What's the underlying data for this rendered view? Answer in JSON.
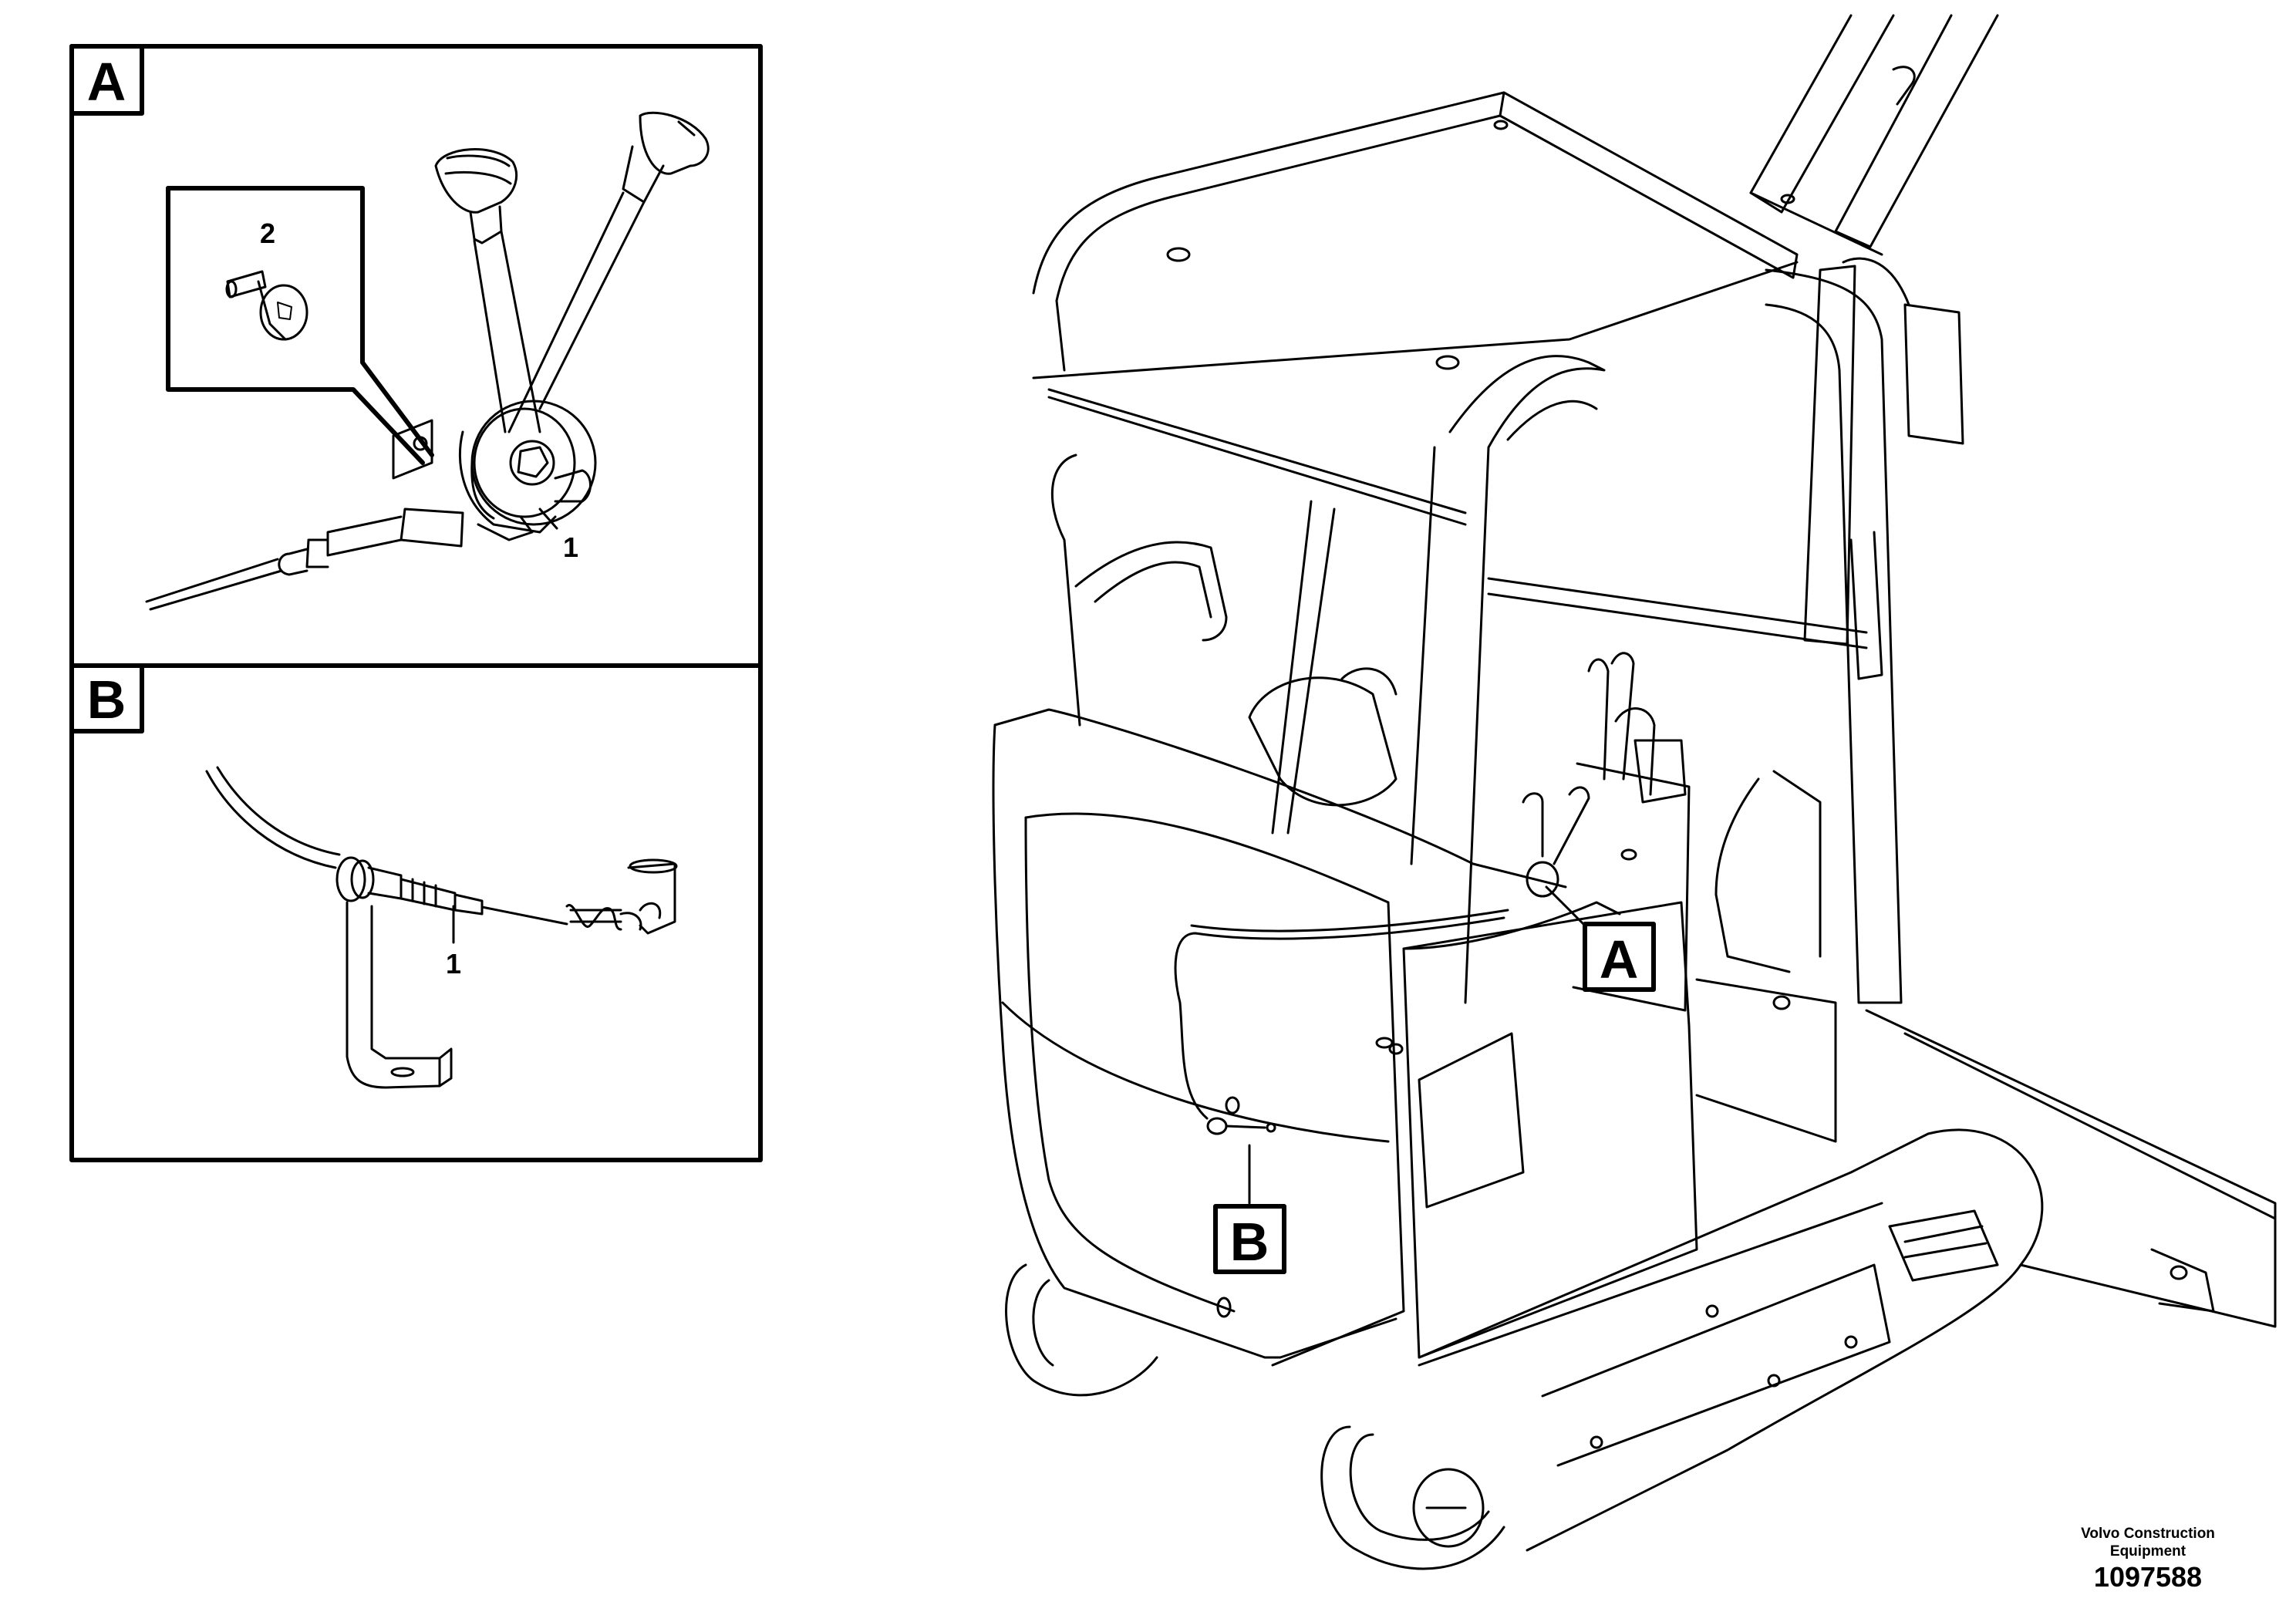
{
  "panels": [
    {
      "id": "A",
      "label": "A",
      "parts": [
        "1",
        "2"
      ]
    },
    {
      "id": "B",
      "label": "B",
      "parts": [
        "1"
      ]
    }
  ],
  "main_view": {
    "callouts": [
      "A",
      "B"
    ]
  },
  "footer": {
    "maker_line_1": "Volvo Construction",
    "maker_line_2": "Equipment",
    "drawing_number": "1097588"
  },
  "colors": {
    "line": "#000000",
    "background": "#ffffff"
  }
}
